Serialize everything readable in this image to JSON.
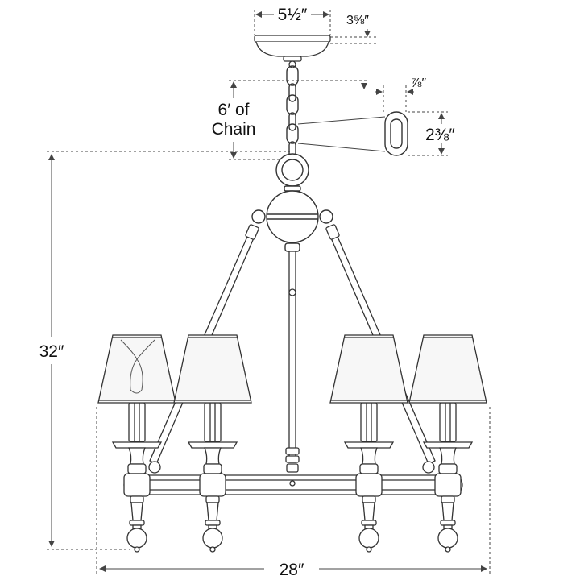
{
  "dimensions": {
    "canopy_width": "5½″",
    "canopy_height": "3⅝″",
    "link_width": "⅞″",
    "link_height": "2⅜″",
    "chain_label_line1": "6′ of",
    "chain_label_line2": "Chain",
    "fixture_height": "32″",
    "fixture_width": "28″"
  },
  "colors": {
    "line": "#333333",
    "dim": "#444444",
    "shade_fill": "#f7f7f7"
  }
}
